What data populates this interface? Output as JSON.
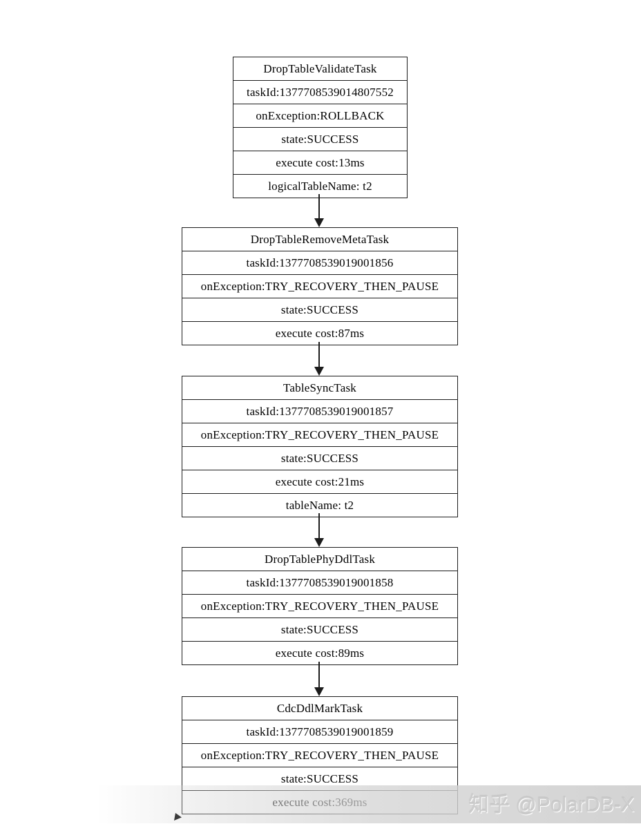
{
  "diagram": {
    "nodes": [
      {
        "title": "DropTableValidateTask",
        "rows": [
          "taskId:1377708539014807552",
          "onException:ROLLBACK",
          "state:SUCCESS",
          "execute cost:13ms",
          "logicalTableName: t2"
        ]
      },
      {
        "title": "DropTableRemoveMetaTask",
        "rows": [
          "taskId:1377708539019001856",
          "onException:TRY_RECOVERY_THEN_PAUSE",
          "state:SUCCESS",
          "execute cost:87ms"
        ]
      },
      {
        "title": "TableSyncTask",
        "rows": [
          "taskId:1377708539019001857",
          "onException:TRY_RECOVERY_THEN_PAUSE",
          "state:SUCCESS",
          "execute cost:21ms",
          "tableName: t2"
        ]
      },
      {
        "title": "DropTablePhyDdlTask",
        "rows": [
          "taskId:1377708539019001858",
          "onException:TRY_RECOVERY_THEN_PAUSE",
          "state:SUCCESS",
          "execute cost:89ms"
        ]
      },
      {
        "title": "CdcDdlMarkTask",
        "rows": [
          "taskId:1377708539019001859",
          "onException:TRY_RECOVERY_THEN_PAUSE",
          "state:SUCCESS",
          "execute cost:369ms"
        ]
      }
    ]
  },
  "watermark": {
    "text": "知乎 @PolarDB-X"
  },
  "colors": {
    "border": "#1c1c1c",
    "text": "#000000",
    "background": "#ffffff",
    "watermark_text": "#cdcdcd",
    "watermark_band": "#d4d4d4"
  }
}
